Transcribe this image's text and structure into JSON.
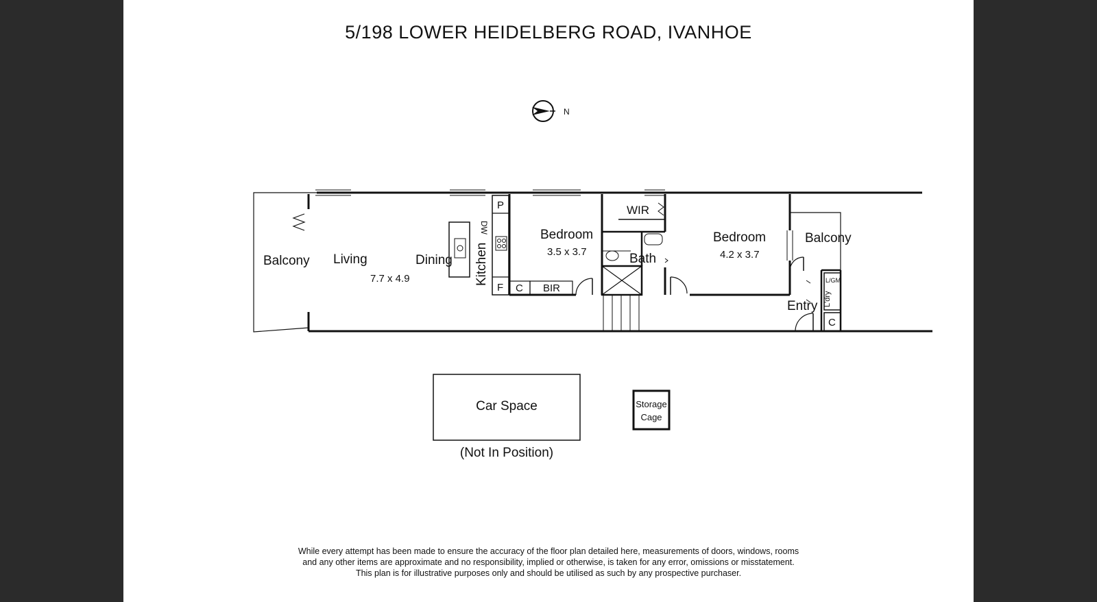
{
  "title": "5/198 LOWER HEIDELBERG ROAD, IVANHOE",
  "compass": {
    "label": "N"
  },
  "rooms": {
    "balcony_left": "Balcony",
    "living": "Living",
    "living_dims": "7.7 x 4.9",
    "dining": "Dining",
    "kitchen": "Kitchen",
    "dw": "DW",
    "pantry": "P",
    "fridge": "F",
    "bedroom1": "Bedroom",
    "bedroom1_dims": "3.5 x 3.7",
    "cupboard1": "C",
    "bir": "BIR",
    "wir": "WIR",
    "bath": "Bath",
    "bedroom2": "Bedroom",
    "bedroom2_dims": "4.2 x 3.7",
    "balcony_right": "Balcony",
    "ldy": "L'dry",
    "lgm": "L/GM",
    "entry": "Entry",
    "cupboard2": "C"
  },
  "car_space": {
    "label": "Car Space",
    "note": "(Not In Position)"
  },
  "storage": {
    "line1": "Storage",
    "line2": "Cage"
  },
  "disclaimer": [
    "While every attempt has been made to ensure the accuracy of the floor plan detailed here, measurements of doors, windows, rooms",
    "and any other items are approximate and no responsibility, implied or otherwise, is taken for any error, omissions or misstatement.",
    "This plan is for illustrative purposes only and should be utilised as such by any prospective purchaser."
  ]
}
